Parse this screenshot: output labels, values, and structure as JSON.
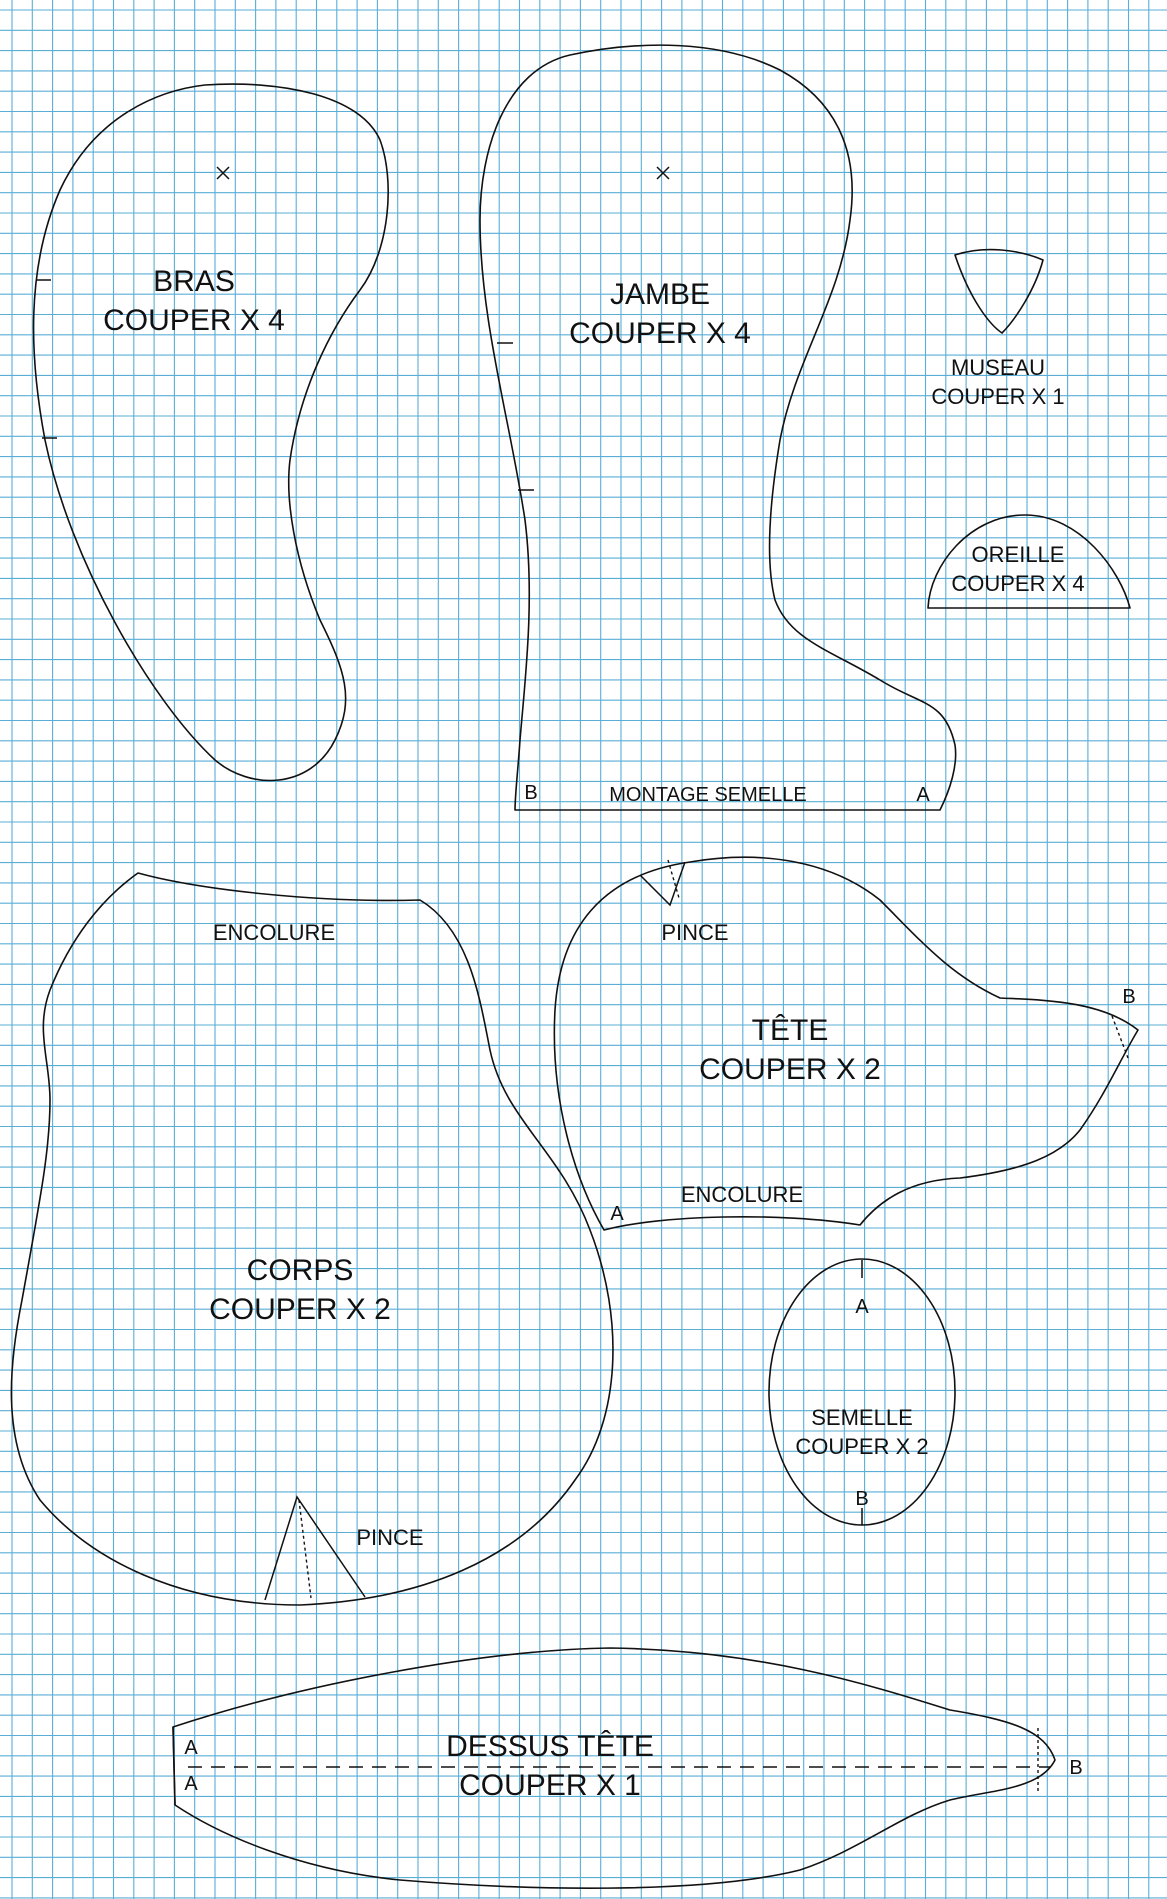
{
  "grid": {
    "line_color": "#5aaed6",
    "paper_color": "#ffffff"
  },
  "pieces": {
    "bras": {
      "name": "BRAS",
      "cut": "COUPER X 4"
    },
    "jambe": {
      "name": "JAMBE",
      "cut": "COUPER X 4",
      "edge_label": "MONTAGE SEMELLE",
      "point_left": "B",
      "point_right": "A"
    },
    "museau": {
      "name": "MUSEAU",
      "cut": "COUPER X 1"
    },
    "oreille": {
      "name": "OREILLE",
      "cut": "COUPER X 4"
    },
    "corps": {
      "name": "CORPS",
      "cut": "COUPER X 2",
      "neck_label": "ENCOLURE",
      "dart_label": "PINCE"
    },
    "tete": {
      "name": "TÊTE",
      "cut": "COUPER X 2",
      "neck_label": "ENCOLURE",
      "dart_label": "PINCE",
      "point_a": "A",
      "point_b": "B"
    },
    "semelle": {
      "name": "SEMELLE",
      "cut": "COUPER X 2",
      "point_a": "A",
      "point_b": "B"
    },
    "dessus_tete": {
      "name": "DESSUS TÊTE",
      "cut": "COUPER X 1",
      "point_a1": "A",
      "point_a2": "A",
      "point_b": "B"
    }
  }
}
